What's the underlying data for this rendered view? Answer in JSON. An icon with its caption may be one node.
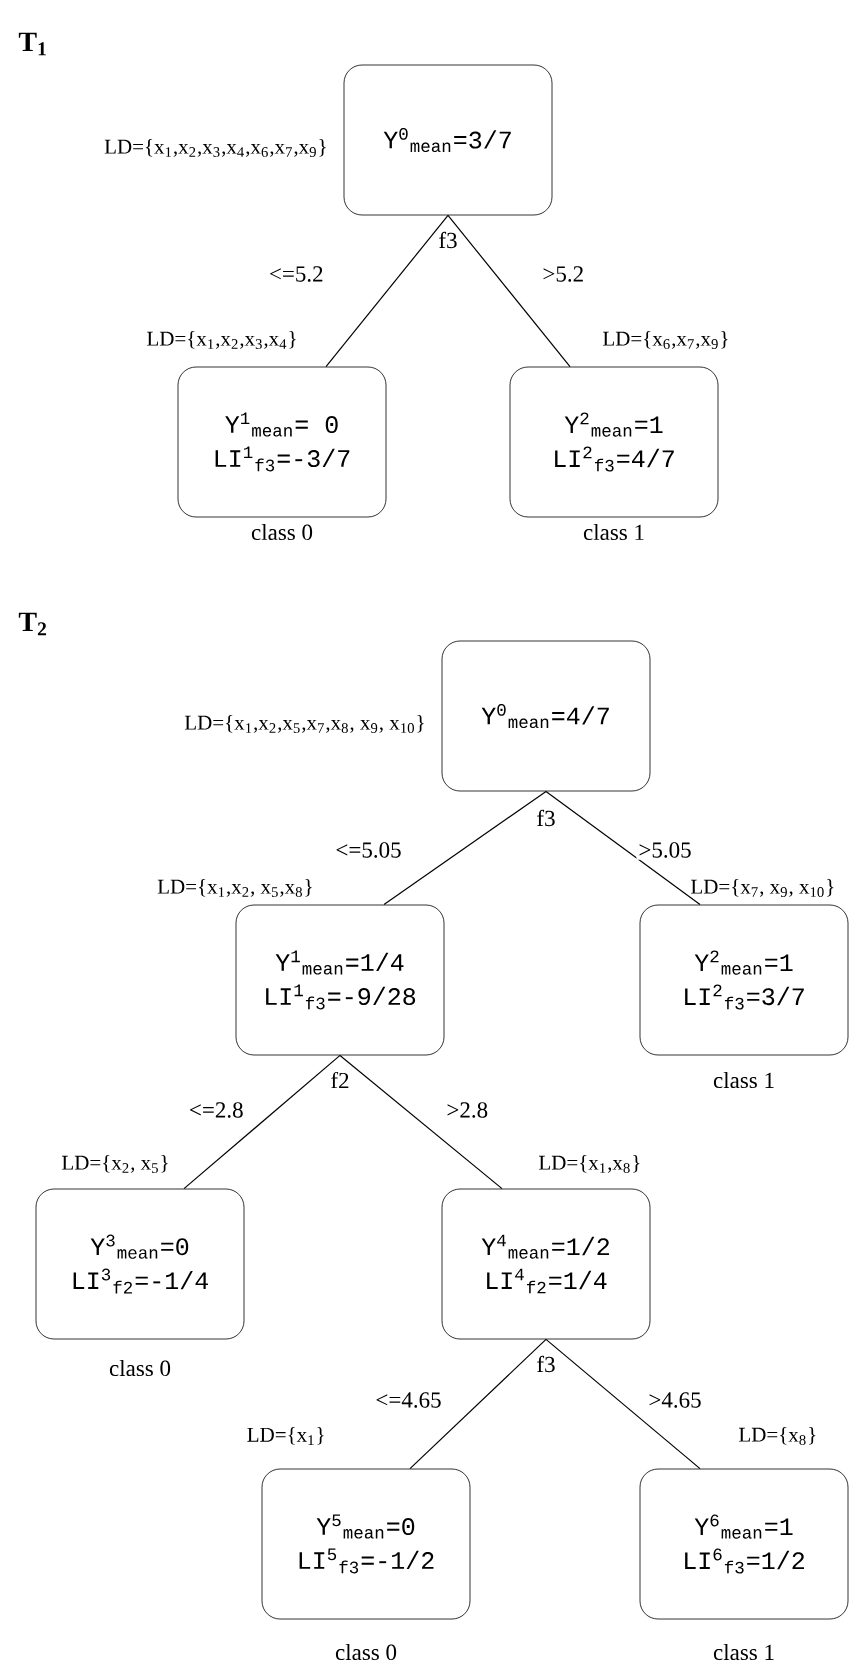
{
  "diagram": {
    "nodes": [
      {
        "text": [
          "Y$^{0}$$_{mean}$=3/7"
        ],
        "beside": [
          "LD={x$_{1}$,x$_{2}$,x$_{3}$,x$_{4}$,x$_{6}$,x$_{7}$,x$_{9}$}",
          "f3"
        ]
      },
      {
        "text": [
          "Y$^{1}$$_{mean}$= 0",
          "LI$^{1}$$_{f3}$=-3/7"
        ],
        "beside": [
          "LD={x$_{1}$,x$_{2}$,x$_{3}$,x$_{4}$}",
          "class 0"
        ]
      },
      {
        "text": [
          "Y$^{2}$$_{mean}$=1",
          "LI$^{2}$$_{f3}$=4/7"
        ],
        "beside": [
          "LD={x$_{6}$,x$_{7}$,x$_{9}$}",
          "class 1"
        ]
      },
      {
        "text": [
          "Y$^{0}$$_{mean}$=4/7"
        ],
        "beside": [
          "LD={x$_{1}$,x$_{2}$,x$_{5}$,x$_{7}$,x$_{8}$, x$_{9}$, x$_{10}$}",
          "f3"
        ]
      },
      {
        "text": [
          "Y$^{1}$$_{mean}$=1/4",
          "LI$^{1}$$_{f3}$=-9/28"
        ],
        "beside": [
          "LD={x$_{1}$,x$_{2}$, x$_{5}$,x$_{8}$}",
          "f2"
        ]
      },
      {
        "text": [
          "Y$^{2}$$_{mean}$=1",
          "LI$^{2}$$_{f3}$=3/7"
        ],
        "beside": [
          "LD={x$_{7}$, x$_{9}$, x$_{10}$}",
          "class 1"
        ]
      },
      {
        "text": [
          "Y$^{3}$$_{mean}$=0",
          "LI$^{3}$$_{f2}$=-1/4"
        ],
        "beside": [
          "LD={x$_{2}$, x$_{5}$}",
          "class 0"
        ]
      },
      {
        "text": [
          "Y$^{4}$$_{mean}$=1/2",
          "LI$^{4}$$_{f2}$=1/4"
        ],
        "beside": [
          "LD={x$_{1}$,x$_{8}$}",
          "f3"
        ]
      },
      {
        "text": [
          "Y$^{5}$$_{mean}$=0",
          "LI$^{5}$$_{f3}$=-1/2"
        ],
        "beside": [
          "LD={x$_{1}$}",
          "class 0"
        ]
      },
      {
        "text": [
          "Y$^{6}$$_{mean}$=1",
          "LI$^{6}$$_{f3}$=1/2"
        ],
        "beside": [
          "LD={x$_{8}$}",
          "class 1"
        ]
      }
    ],
    "edges": [
      {
        "from": 0,
        "to": 1,
        "arrow": "none",
        "label": "<=5.2"
      },
      {
        "from": 0,
        "to": 2,
        "arrow": "none",
        "label": ">5.2"
      },
      {
        "from": 3,
        "to": 4,
        "arrow": "none",
        "label": "<=5.05"
      },
      {
        "from": 3,
        "to": 5,
        "arrow": "none",
        "label": ">5.05"
      },
      {
        "from": 4,
        "to": 6,
        "arrow": "none",
        "label": "<=2.8"
      },
      {
        "from": 4,
        "to": 7,
        "arrow": "none",
        "label": ">2.8"
      },
      {
        "from": 7,
        "to": 8,
        "arrow": "none",
        "label": "<=4.65"
      },
      {
        "from": 7,
        "to": 9,
        "arrow": "none",
        "label": ">4.65"
      }
    ],
    "labels": [
      "T$_{1}$",
      "T$_{2}$"
    ]
  }
}
